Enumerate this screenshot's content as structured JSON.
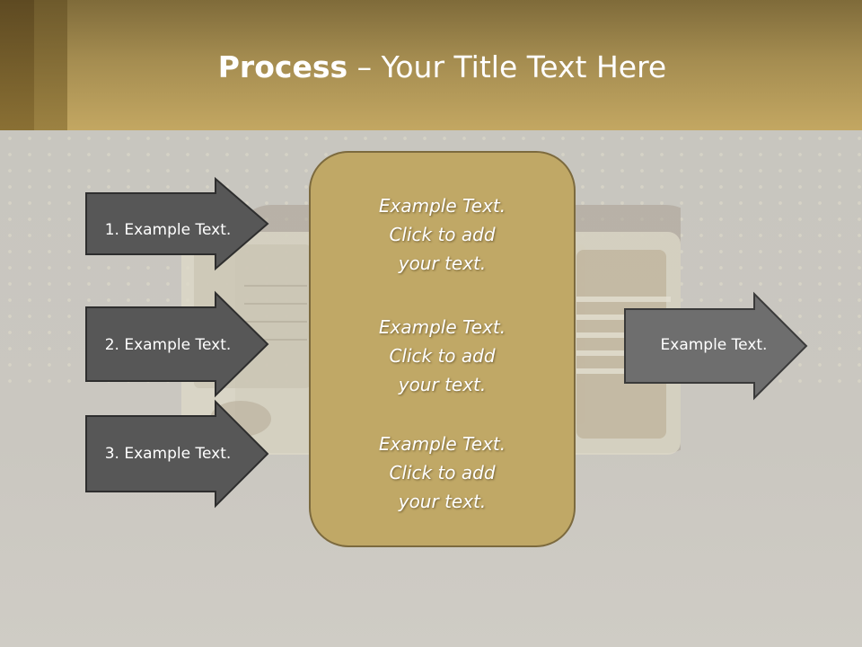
{
  "slide": {
    "title_bold": "Process",
    "title_rest": " – Your Title Text Here"
  },
  "inputs": [
    {
      "label": "1. Example Text."
    },
    {
      "label": "2. Example Text."
    },
    {
      "label": "3. Example Text."
    }
  ],
  "center": {
    "blocks": [
      {
        "line1": "Example Text.",
        "line2": "Click  to add",
        "line3": "your text."
      },
      {
        "line1": "Example Text.",
        "line2": "Click  to add",
        "line3": "your text."
      },
      {
        "line1": "Example Text.",
        "line2": "Click  to add",
        "line3": "your text."
      }
    ]
  },
  "output": {
    "label": "Example Text."
  },
  "colors": {
    "input_arrow": "#575757",
    "output_arrow": "#6e6e6e",
    "center_fill": "#c0a866",
    "header_gold": "#c3a762"
  }
}
